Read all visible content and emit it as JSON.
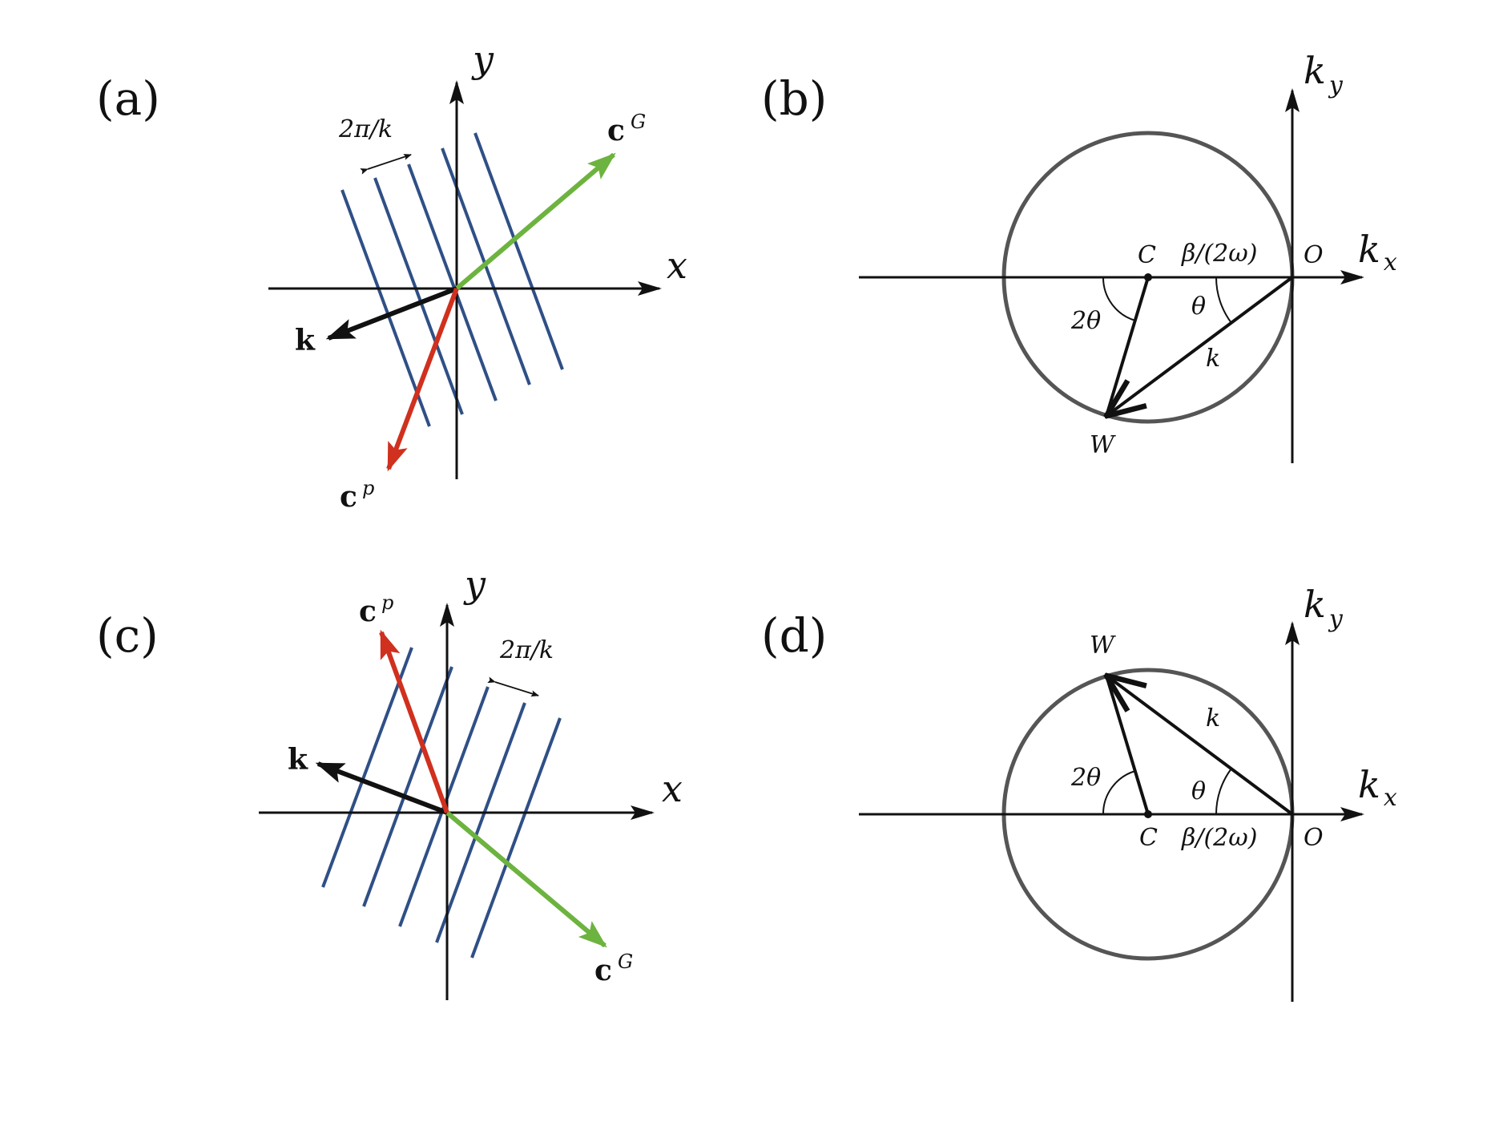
{
  "panels": {
    "a": {
      "tag": "(a)",
      "x_label": "x",
      "y_label": "y",
      "spacing_label": "2π/k",
      "k_label": "k",
      "cG_label": "c",
      "cG_sup": "G",
      "cp_label": "c",
      "cp_sup": "p"
    },
    "b": {
      "tag": "(b)",
      "kx_base": "k",
      "kx_sub": "x",
      "ky_base": "k",
      "ky_sub": "y",
      "C_label": "C",
      "O_label": "O",
      "W_label": "W",
      "radius_label": "β/(2ω)",
      "angle_2theta": "2θ",
      "angle_theta": "θ",
      "k_label": "k"
    },
    "c": {
      "tag": "(c)",
      "x_label": "x",
      "y_label": "y",
      "spacing_label": "2π/k",
      "k_label": "k",
      "cG_label": "c",
      "cG_sup": "G",
      "cp_label": "c",
      "cp_sup": "p"
    },
    "d": {
      "tag": "(d)",
      "kx_base": "k",
      "kx_sub": "x",
      "ky_base": "k",
      "ky_sub": "y",
      "C_label": "C",
      "O_label": "O",
      "W_label": "W",
      "radius_label": "β/(2ω)",
      "angle_2theta": "2θ",
      "angle_theta": "θ",
      "k_label": "k"
    }
  },
  "colors": {
    "wave_lines": "#2f4f86",
    "group_velocity": "#6db33f",
    "phase_velocity": "#d0301e",
    "axes": "#111111",
    "circle": "#555555"
  }
}
